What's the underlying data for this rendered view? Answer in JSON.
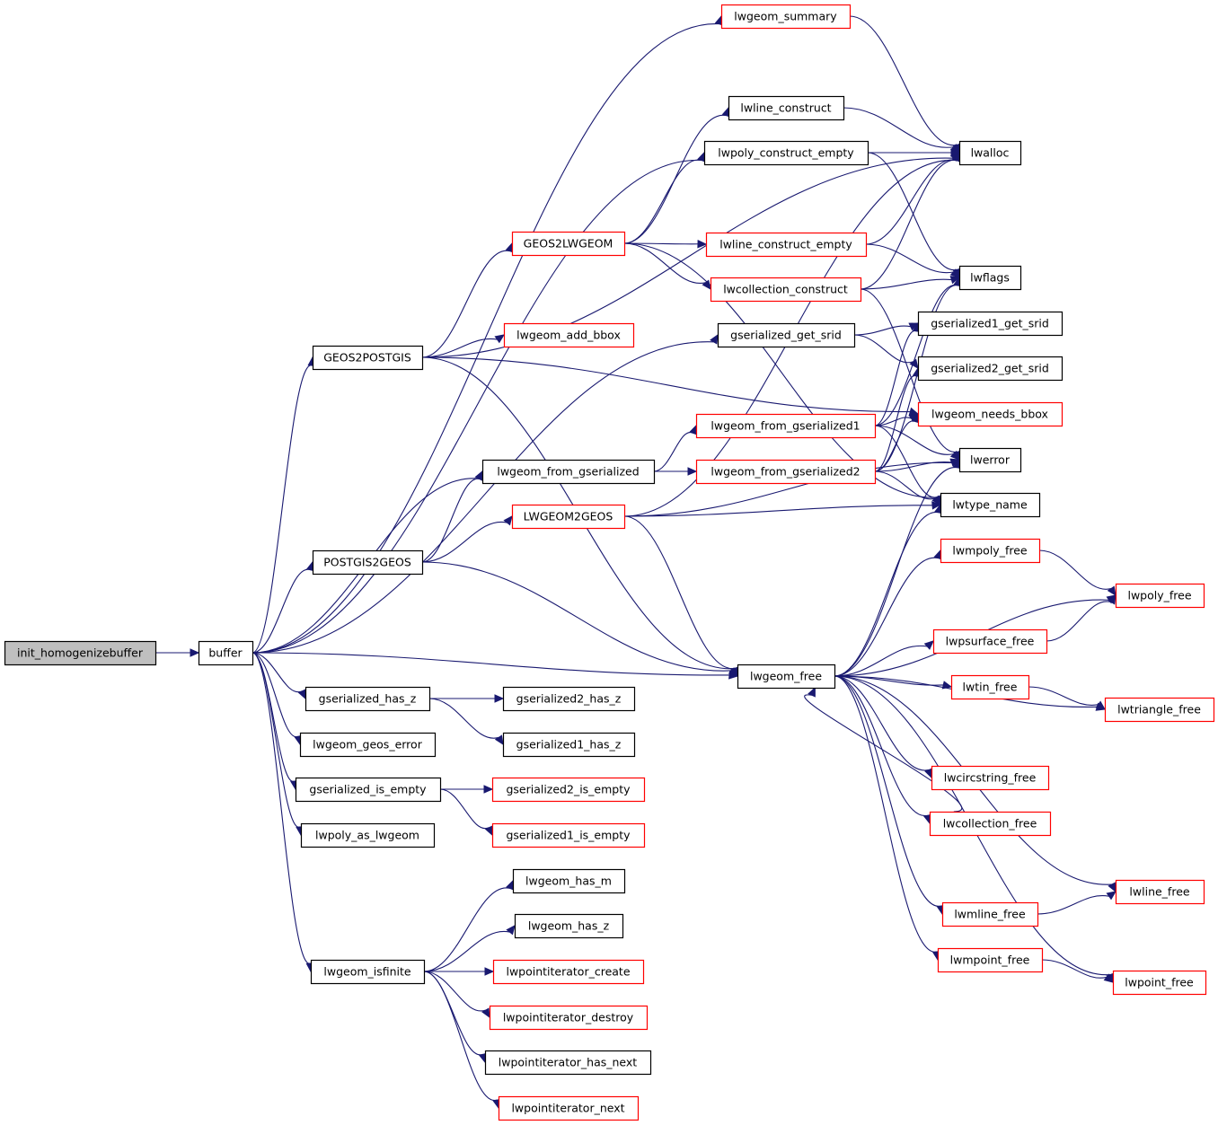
{
  "diagram": {
    "type": "call-graph",
    "colors": {
      "edge": "#191970",
      "root_fill": "#bfbfbf",
      "node_fill": "#ffffff",
      "documented_border": "#000000",
      "undocumented_border": "#ff0000"
    },
    "nodes": [
      {
        "id": "init_homogenizebuffer",
        "label": "init_homogenizebuffer",
        "style": "root"
      },
      {
        "id": "buffer",
        "label": "buffer",
        "style": "black"
      },
      {
        "id": "GEOS2POSTGIS",
        "label": "GEOS2POSTGIS",
        "style": "black"
      },
      {
        "id": "POSTGIS2GEOS",
        "label": "POSTGIS2GEOS",
        "style": "black"
      },
      {
        "id": "gserialized_has_z",
        "label": "gserialized_has_z",
        "style": "black"
      },
      {
        "id": "lwgeom_geos_error",
        "label": "lwgeom_geos_error",
        "style": "black"
      },
      {
        "id": "gserialized_is_empty",
        "label": "gserialized_is_empty",
        "style": "black"
      },
      {
        "id": "lwpoly_as_lwgeom",
        "label": "lwpoly_as_lwgeom",
        "style": "black"
      },
      {
        "id": "lwgeom_isfinite",
        "label": "lwgeom_isfinite",
        "style": "black"
      },
      {
        "id": "GEOS2LWGEOM",
        "label": "GEOS2LWGEOM",
        "style": "red"
      },
      {
        "id": "lwgeom_add_bbox",
        "label": "lwgeom_add_bbox",
        "style": "red"
      },
      {
        "id": "lwgeom_from_gserialized",
        "label": "lwgeom_from_gserialized",
        "style": "black"
      },
      {
        "id": "LWGEOM2GEOS",
        "label": "LWGEOM2GEOS",
        "style": "red"
      },
      {
        "id": "gserialized2_has_z",
        "label": "gserialized2_has_z",
        "style": "black"
      },
      {
        "id": "gserialized1_has_z",
        "label": "gserialized1_has_z",
        "style": "black"
      },
      {
        "id": "gserialized2_is_empty",
        "label": "gserialized2_is_empty",
        "style": "red"
      },
      {
        "id": "gserialized1_is_empty",
        "label": "gserialized1_is_empty",
        "style": "red"
      },
      {
        "id": "lwgeom_has_m",
        "label": "lwgeom_has_m",
        "style": "black"
      },
      {
        "id": "lwgeom_has_z",
        "label": "lwgeom_has_z",
        "style": "black"
      },
      {
        "id": "lwpointiterator_create",
        "label": "lwpointiterator_create",
        "style": "red"
      },
      {
        "id": "lwpointiterator_destroy",
        "label": "lwpointiterator_destroy",
        "style": "red"
      },
      {
        "id": "lwpointiterator_has_next",
        "label": "lwpointiterator_has_next",
        "style": "black"
      },
      {
        "id": "lwpointiterator_next",
        "label": "lwpointiterator_next",
        "style": "red"
      },
      {
        "id": "lwgeom_summary",
        "label": "lwgeom_summary",
        "style": "red"
      },
      {
        "id": "lwline_construct",
        "label": "lwline_construct",
        "style": "black"
      },
      {
        "id": "lwpoly_construct_empty",
        "label": "lwpoly_construct_empty",
        "style": "black"
      },
      {
        "id": "lwline_construct_empty",
        "label": "lwline_construct_empty",
        "style": "red"
      },
      {
        "id": "lwcollection_construct",
        "label": "lwcollection_construct",
        "style": "red"
      },
      {
        "id": "gserialized_get_srid",
        "label": "gserialized_get_srid",
        "style": "black"
      },
      {
        "id": "lwgeom_from_gserialized1",
        "label": "lwgeom_from_gserialized1",
        "style": "red"
      },
      {
        "id": "lwgeom_from_gserialized2",
        "label": "lwgeom_from_gserialized2",
        "style": "red"
      },
      {
        "id": "lwgeom_free",
        "label": "lwgeom_free",
        "style": "black"
      },
      {
        "id": "lwalloc",
        "label": "lwalloc",
        "style": "black"
      },
      {
        "id": "lwflags",
        "label": "lwflags",
        "style": "black"
      },
      {
        "id": "gserialized1_get_srid",
        "label": "gserialized1_get_srid",
        "style": "black"
      },
      {
        "id": "gserialized2_get_srid",
        "label": "gserialized2_get_srid",
        "style": "black"
      },
      {
        "id": "lwgeom_needs_bbox",
        "label": "lwgeom_needs_bbox",
        "style": "red"
      },
      {
        "id": "lwerror",
        "label": "lwerror",
        "style": "black"
      },
      {
        "id": "lwtype_name",
        "label": "lwtype_name",
        "style": "black"
      },
      {
        "id": "lwmpoly_free",
        "label": "lwmpoly_free",
        "style": "red"
      },
      {
        "id": "lwpsurface_free",
        "label": "lwpsurface_free",
        "style": "red"
      },
      {
        "id": "lwtin_free",
        "label": "lwtin_free",
        "style": "red"
      },
      {
        "id": "lwcircstring_free",
        "label": "lwcircstring_free",
        "style": "red"
      },
      {
        "id": "lwcollection_free",
        "label": "lwcollection_free",
        "style": "red"
      },
      {
        "id": "lwmline_free",
        "label": "lwmline_free",
        "style": "red"
      },
      {
        "id": "lwmpoint_free",
        "label": "lwmpoint_free",
        "style": "red"
      },
      {
        "id": "lwpoly_free",
        "label": "lwpoly_free",
        "style": "red"
      },
      {
        "id": "lwtriangle_free",
        "label": "lwtriangle_free",
        "style": "red"
      },
      {
        "id": "lwline_free",
        "label": "lwline_free",
        "style": "red"
      },
      {
        "id": "lwpoint_free",
        "label": "lwpoint_free",
        "style": "red"
      }
    ],
    "edges": [
      [
        "init_homogenizebuffer",
        "buffer"
      ],
      [
        "buffer",
        "lwgeom_summary"
      ],
      [
        "buffer",
        "lwpoly_construct_empty"
      ],
      [
        "buffer",
        "gserialized_get_srid"
      ],
      [
        "buffer",
        "GEOS2POSTGIS"
      ],
      [
        "buffer",
        "lwgeom_from_gserialized"
      ],
      [
        "buffer",
        "POSTGIS2GEOS"
      ],
      [
        "buffer",
        "lwgeom_free"
      ],
      [
        "buffer",
        "gserialized_has_z"
      ],
      [
        "buffer",
        "lwgeom_geos_error"
      ],
      [
        "buffer",
        "gserialized_is_empty"
      ],
      [
        "buffer",
        "lwpoly_as_lwgeom"
      ],
      [
        "buffer",
        "lwgeom_isfinite"
      ],
      [
        "GEOS2POSTGIS",
        "GEOS2LWGEOM"
      ],
      [
        "GEOS2POSTGIS",
        "lwalloc"
      ],
      [
        "GEOS2POSTGIS",
        "lwgeom_add_bbox"
      ],
      [
        "GEOS2POSTGIS",
        "lwgeom_needs_bbox"
      ],
      [
        "GEOS2POSTGIS",
        "lwgeom_free"
      ],
      [
        "POSTGIS2GEOS",
        "lwgeom_from_gserialized"
      ],
      [
        "POSTGIS2GEOS",
        "LWGEOM2GEOS"
      ],
      [
        "POSTGIS2GEOS",
        "lwgeom_free"
      ],
      [
        "GEOS2LWGEOM",
        "lwline_construct"
      ],
      [
        "GEOS2LWGEOM",
        "lwpoly_construct_empty"
      ],
      [
        "GEOS2LWGEOM",
        "lwline_construct_empty"
      ],
      [
        "GEOS2LWGEOM",
        "lwcollection_construct"
      ],
      [
        "GEOS2LWGEOM",
        "lwtype_name"
      ],
      [
        "LWGEOM2GEOS",
        "lwalloc"
      ],
      [
        "LWGEOM2GEOS",
        "lwerror"
      ],
      [
        "LWGEOM2GEOS",
        "lwtype_name"
      ],
      [
        "LWGEOM2GEOS",
        "lwgeom_free"
      ],
      [
        "lwgeom_from_gserialized",
        "lwgeom_from_gserialized1"
      ],
      [
        "lwgeom_from_gserialized",
        "lwgeom_from_gserialized2"
      ],
      [
        "lwgeom_summary",
        "lwalloc"
      ],
      [
        "lwline_construct",
        "lwalloc"
      ],
      [
        "lwpoly_construct_empty",
        "lwalloc"
      ],
      [
        "lwpoly_construct_empty",
        "lwflags"
      ],
      [
        "lwline_construct_empty",
        "lwalloc"
      ],
      [
        "lwline_construct_empty",
        "lwflags"
      ],
      [
        "lwcollection_construct",
        "lwalloc"
      ],
      [
        "lwcollection_construct",
        "lwflags"
      ],
      [
        "lwcollection_construct",
        "lwerror"
      ],
      [
        "gserialized_get_srid",
        "gserialized1_get_srid"
      ],
      [
        "gserialized_get_srid",
        "gserialized2_get_srid"
      ],
      [
        "lwgeom_from_gserialized1",
        "lwflags"
      ],
      [
        "lwgeom_from_gserialized1",
        "gserialized1_get_srid"
      ],
      [
        "lwgeom_from_gserialized1",
        "lwgeom_needs_bbox"
      ],
      [
        "lwgeom_from_gserialized1",
        "lwerror"
      ],
      [
        "lwgeom_from_gserialized1",
        "lwtype_name"
      ],
      [
        "lwgeom_from_gserialized2",
        "lwflags"
      ],
      [
        "lwgeom_from_gserialized2",
        "gserialized2_get_srid"
      ],
      [
        "lwgeom_from_gserialized2",
        "lwgeom_needs_bbox"
      ],
      [
        "lwgeom_from_gserialized2",
        "lwerror"
      ],
      [
        "lwgeom_from_gserialized2",
        "lwtype_name"
      ],
      [
        "gserialized_has_z",
        "gserialized2_has_z"
      ],
      [
        "gserialized_has_z",
        "gserialized1_has_z"
      ],
      [
        "gserialized_is_empty",
        "gserialized2_is_empty"
      ],
      [
        "gserialized_is_empty",
        "gserialized1_is_empty"
      ],
      [
        "lwgeom_isfinite",
        "lwgeom_has_m"
      ],
      [
        "lwgeom_isfinite",
        "lwgeom_has_z"
      ],
      [
        "lwgeom_isfinite",
        "lwpointiterator_create"
      ],
      [
        "lwgeom_isfinite",
        "lwpointiterator_destroy"
      ],
      [
        "lwgeom_isfinite",
        "lwpointiterator_has_next"
      ],
      [
        "lwgeom_isfinite",
        "lwpointiterator_next"
      ],
      [
        "lwgeom_free",
        "lwerror"
      ],
      [
        "lwgeom_free",
        "lwtype_name"
      ],
      [
        "lwgeom_free",
        "lwmpoly_free"
      ],
      [
        "lwgeom_free",
        "lwpoly_free"
      ],
      [
        "lwgeom_free",
        "lwpsurface_free"
      ],
      [
        "lwgeom_free",
        "lwtin_free"
      ],
      [
        "lwgeom_free",
        "lwtriangle_free"
      ],
      [
        "lwgeom_free",
        "lwcircstring_free"
      ],
      [
        "lwgeom_free",
        "lwcollection_free"
      ],
      [
        "lwgeom_free",
        "lwline_free"
      ],
      [
        "lwgeom_free",
        "lwmline_free"
      ],
      [
        "lwgeom_free",
        "lwmpoint_free"
      ],
      [
        "lwgeom_free",
        "lwpoint_free"
      ],
      [
        "lwmpoly_free",
        "lwpoly_free"
      ],
      [
        "lwpsurface_free",
        "lwpoly_free"
      ],
      [
        "lwtin_free",
        "lwtriangle_free"
      ],
      [
        "lwcollection_free",
        "lwgeom_free"
      ],
      [
        "lwmline_free",
        "lwline_free"
      ],
      [
        "lwmpoint_free",
        "lwpoint_free"
      ]
    ]
  }
}
